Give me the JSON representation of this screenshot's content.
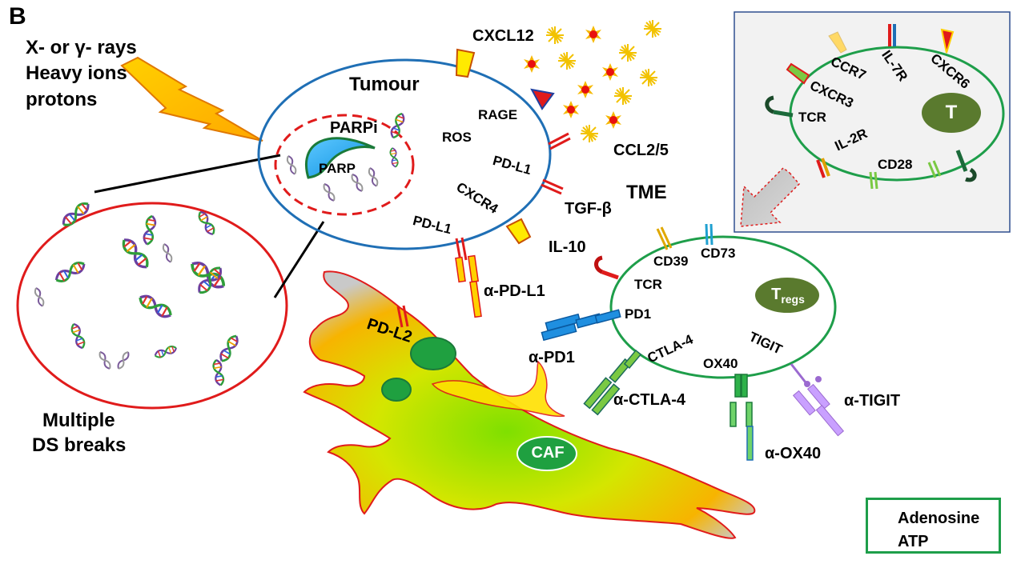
{
  "panel_letter": "B",
  "radiation": {
    "line1": "X- or γ- rays",
    "line2": "Heavy ions",
    "line3": "protons"
  },
  "dna": {
    "label_line1": "Multiple",
    "label_line2": "DS breaks"
  },
  "tumour": {
    "title": "Tumour",
    "parpi": "PARPi",
    "parp": "PARP",
    "ros": "ROS",
    "rage": "RAGE",
    "pdl1_upper": "PD-L1",
    "cxcr4": "CXCR4",
    "pdl1_lower": "PD-L1"
  },
  "tme": {
    "title": "TME",
    "cxcl12": "CXCL12",
    "ccl25": "CCL2/5",
    "tgfb": "TGF-β",
    "il10": "IL-10"
  },
  "caf": {
    "label": "CAF",
    "pdl2": "PD-L2"
  },
  "antibodies": {
    "anti_pdl1": "α-PD-L1",
    "anti_pd1": "α-PD1",
    "anti_ctla4": "α-CTLA-4",
    "anti_ox40": "α-OX40",
    "anti_tigit": "α-TIGIT"
  },
  "treg": {
    "label_main": "T",
    "label_sub": "regs",
    "cd39": "CD39",
    "cd73": "CD73",
    "tcr": "TCR",
    "pd1": "PD1",
    "ctla4": "CTLA-4",
    "tigit": "TIGIT",
    "ox40": "OX40"
  },
  "tcell": {
    "label": "T",
    "ccr7": "CCR7",
    "il7r": "IL-7R",
    "cxcr6": "CXCR6",
    "cxcr3": "CXCR3",
    "tcr": "TCR",
    "il2r": "IL-2R",
    "cd28": "CD28"
  },
  "legend": {
    "adenosine": "Adenosine",
    "atp": "ATP"
  },
  "colors": {
    "tumour_outline": "#1f6fb5",
    "cell_outline": "#1e9e4a",
    "dna_outline": "#e01b1b",
    "green_nucleus": "#5a7a2e",
    "adenosine": "#f2c200",
    "atp_red": "#e8100f"
  }
}
